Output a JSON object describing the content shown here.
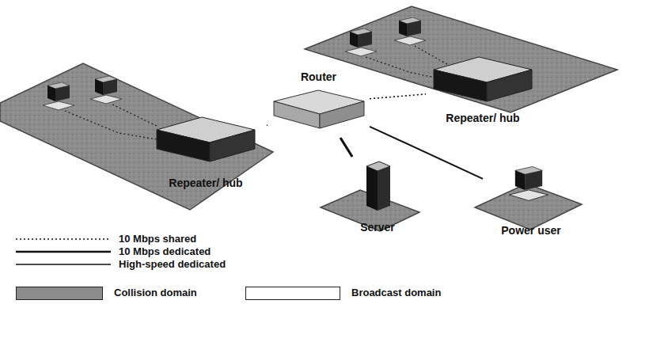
{
  "diagram": {
    "nodes": [
      {
        "text": [
          "Router"
        ]
      },
      {
        "text": [
          "Repeater/ hub"
        ]
      },
      {
        "text": [
          "Repeater/ hub"
        ]
      },
      {
        "text": [
          "Server"
        ]
      },
      {
        "text": [
          "Power user"
        ]
      }
    ],
    "edges": [
      {
        "from": 0,
        "to": 1,
        "arrow": "none"
      },
      {
        "from": 0,
        "to": 2,
        "arrow": "none"
      },
      {
        "from": 0,
        "to": 3,
        "arrow": "none"
      },
      {
        "from": 0,
        "to": 4,
        "arrow": "none"
      }
    ],
    "legend": [
      {
        "text": "10 Mbps shared"
      },
      {
        "text": "10 Mbps dedicated"
      },
      {
        "text": "High-speed dedicated"
      },
      {
        "text": "Collision domain",
        "color": "#8c8c8c"
      },
      {
        "text": "Broadcast domain",
        "color": "#ffffff"
      }
    ]
  }
}
